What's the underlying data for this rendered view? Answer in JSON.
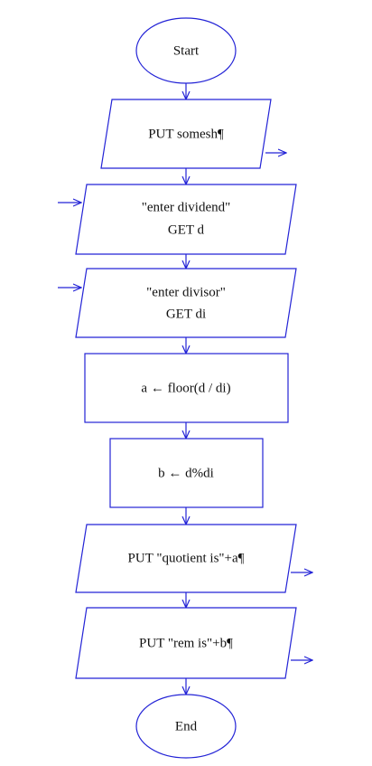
{
  "flowchart": {
    "line_color": "#2323d6",
    "nodes": {
      "start": {
        "shape": "terminal",
        "label": "Start"
      },
      "put_somesh": {
        "shape": "output",
        "label": "PUT somesh¶"
      },
      "get_dividend": {
        "shape": "input",
        "line1": "\"enter dividend\"",
        "line2": "GET d"
      },
      "get_divisor": {
        "shape": "input",
        "line1": "\"enter divisor\"",
        "line2": "GET di"
      },
      "assign_a": {
        "shape": "process",
        "label": "a ← floor(d / di)"
      },
      "assign_b": {
        "shape": "process",
        "label": "b ← d%di"
      },
      "put_quotient": {
        "shape": "output",
        "label": "PUT \"quotient is\"+a¶"
      },
      "put_rem": {
        "shape": "output",
        "label": "PUT \"rem is\"+b¶"
      },
      "end": {
        "shape": "terminal",
        "label": "End"
      }
    }
  }
}
